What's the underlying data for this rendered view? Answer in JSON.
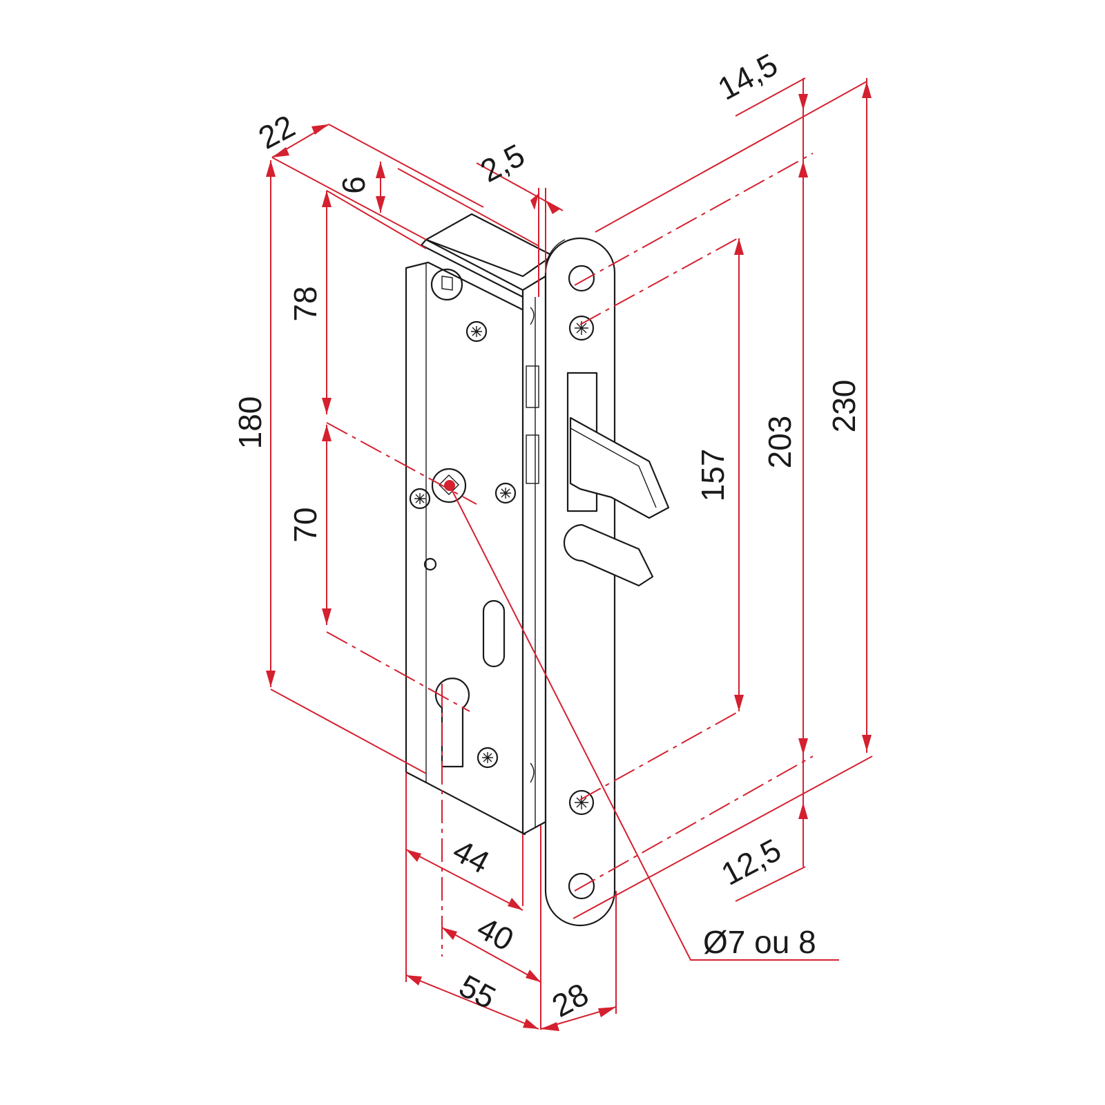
{
  "drawing": {
    "dimensions": {
      "width_22": "22",
      "top_offset_6": "6",
      "faceplate_thickness": "2,5",
      "top_screw_offset": "14,5",
      "spindle_height_78": "78",
      "case_height_180": "180",
      "cylinder_distance_70": "70",
      "screw_spacing_157": "157",
      "hole_spacing_203": "203",
      "faceplate_length_230": "230",
      "bottom_offset": "12,5",
      "depth_44": "44",
      "backset_40": "40",
      "case_depth_55": "55",
      "faceplate_width_28": "28"
    },
    "spindle_label": "Ø7 ou 8",
    "colors": {
      "dimension_lines": "#d4202f",
      "outline": "#1a1a1a"
    }
  }
}
